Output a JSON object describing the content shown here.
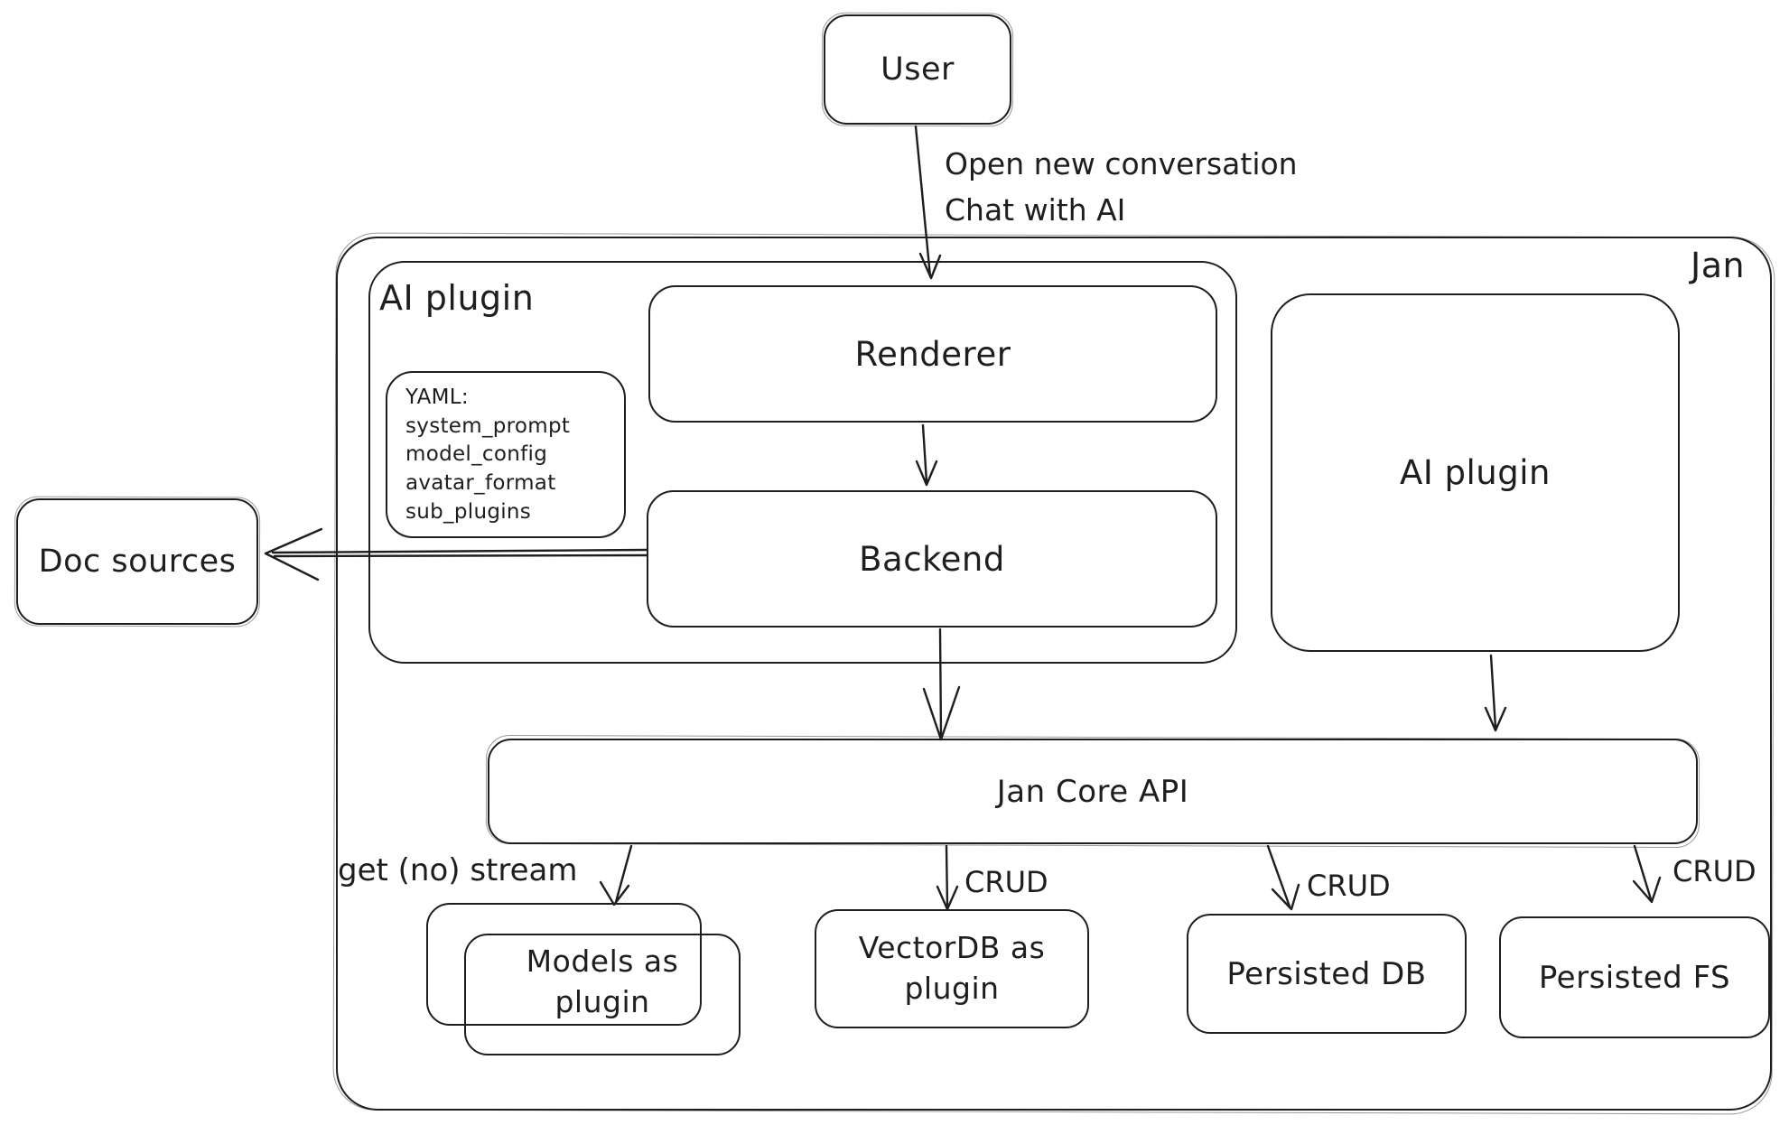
{
  "canvas": {
    "background": "#ffffff",
    "ink": "#1e1e1e"
  },
  "nodes": {
    "user": {
      "label": "User"
    },
    "jan": {
      "label": "Jan"
    },
    "ai_plugin_group": {
      "label": "AI plugin"
    },
    "renderer": {
      "label": "Renderer"
    },
    "yaml_note": {
      "lines": [
        "YAML:",
        "system_prompt",
        "model_config",
        "avatar_format",
        "sub_plugins"
      ]
    },
    "backend": {
      "label": "Backend"
    },
    "ai_plugin_box": {
      "label": "AI plugin"
    },
    "doc_sources": {
      "label": "Doc sources"
    },
    "jan_core_api": {
      "label": "Jan Core API"
    },
    "models_plugin": {
      "label": "Models as plugin"
    },
    "vectordb_plugin": {
      "label": "VectorDB as plugin"
    },
    "persisted_db": {
      "label": "Persisted DB"
    },
    "persisted_fs": {
      "label": "Persisted FS"
    }
  },
  "edges": {
    "user_to_renderer_line1": "Open new conversation",
    "user_to_renderer_line2": "Chat with AI",
    "get_no_stream": "get (no) stream",
    "crud": "CRUD"
  }
}
